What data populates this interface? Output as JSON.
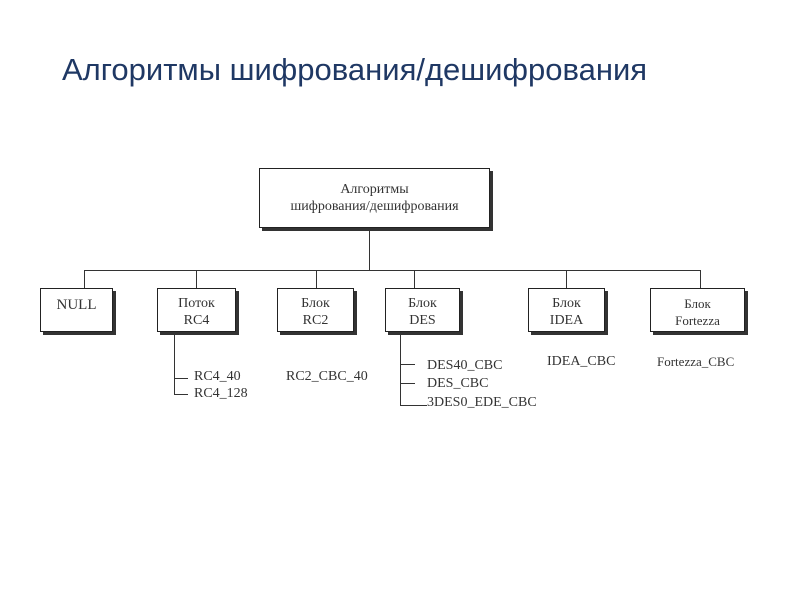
{
  "title": "Алгоритмы шифрования/дешифрования",
  "root": {
    "line1": "Алгоритмы",
    "line2": "шифрования/дешифрования"
  },
  "nodes": [
    {
      "line1": "NULL",
      "line2": ""
    },
    {
      "line1": "Поток",
      "line2": "RC4"
    },
    {
      "line1": "Блок",
      "line2": "RC2"
    },
    {
      "line1": "Блок",
      "line2": "DES"
    },
    {
      "line1": "Блок",
      "line2": "IDEA"
    },
    {
      "line1": "Блок",
      "line2": "Fortezza"
    }
  ],
  "leaves": {
    "rc4": [
      "RC4_40",
      "RC4_128"
    ],
    "rc2": [
      "RC2_CBC_40"
    ],
    "des": [
      "DES40_CBC",
      "DES_CBC",
      "3DES0_EDE_CBC"
    ],
    "idea": [
      "IDEA_CBC"
    ],
    "fortezza": [
      "Fortezza_CBC"
    ]
  }
}
